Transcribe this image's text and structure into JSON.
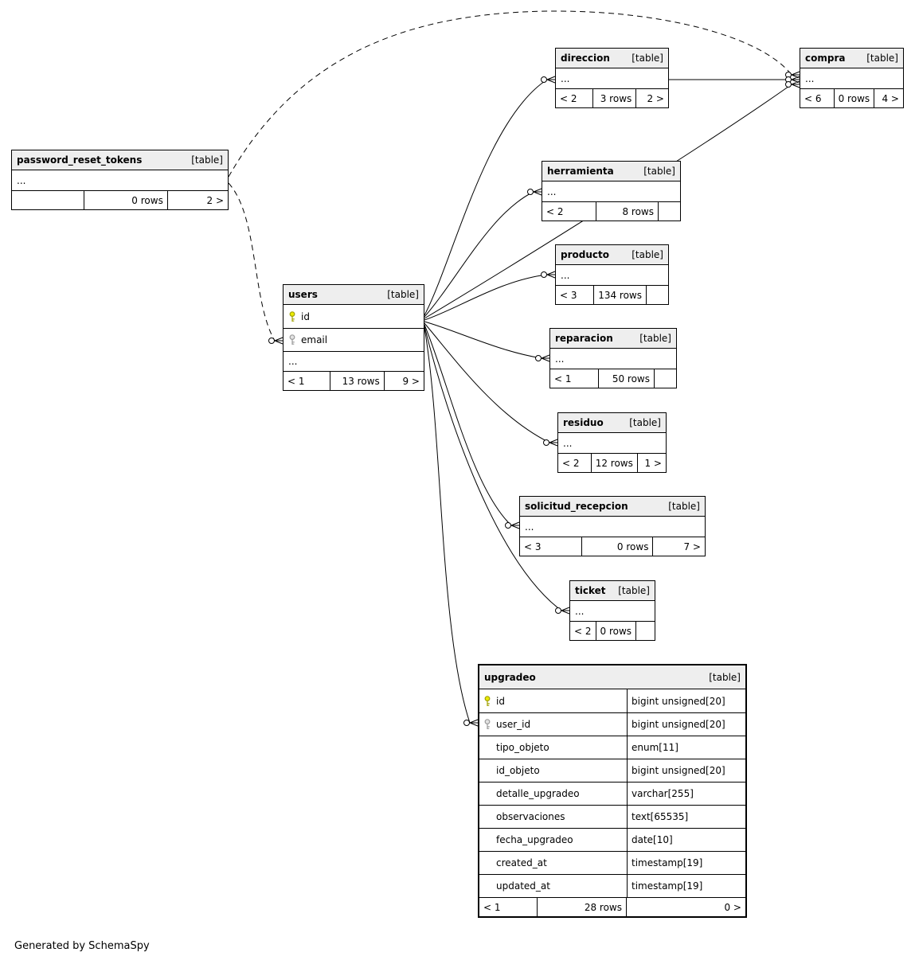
{
  "diagram": {
    "generated_by": "Generated by SchemaSpy"
  },
  "colors": {
    "primary_key_fill": "#ecec00",
    "primary_key_stroke": "#a0a000",
    "foreign_key_fill": "#e3e3e3",
    "foreign_key_stroke": "#9a9a9a",
    "header_bg": "#eeeeee",
    "line": "#000000"
  },
  "tables": {
    "password_reset_tokens": {
      "name": "password_reset_tokens",
      "tag": "[table]",
      "ellipsis": "...",
      "footer": {
        "left": "",
        "rows": "0 rows",
        "right": "2 >"
      }
    },
    "direccion": {
      "name": "direccion",
      "tag": "[table]",
      "ellipsis": "...",
      "footer": {
        "left": "< 2",
        "rows": "3 rows",
        "right": "2 >"
      }
    },
    "compra": {
      "name": "compra",
      "tag": "[table]",
      "ellipsis": "...",
      "footer": {
        "left": "< 6",
        "rows": "0 rows",
        "right": "4 >"
      }
    },
    "herramienta": {
      "name": "herramienta",
      "tag": "[table]",
      "ellipsis": "...",
      "footer": {
        "left": "< 2",
        "rows": "8 rows",
        "right": ""
      }
    },
    "producto": {
      "name": "producto",
      "tag": "[table]",
      "ellipsis": "...",
      "footer": {
        "left": "< 3",
        "rows": "134 rows",
        "right": ""
      }
    },
    "users": {
      "name": "users",
      "tag": "[table]",
      "ellipsis": "...",
      "columns": [
        {
          "name": "id",
          "key": "primary"
        },
        {
          "name": "email",
          "key": "foreign"
        }
      ],
      "footer": {
        "left": "< 1",
        "rows": "13 rows",
        "right": "9 >"
      }
    },
    "reparacion": {
      "name": "reparacion",
      "tag": "[table]",
      "ellipsis": "...",
      "footer": {
        "left": "< 1",
        "rows": "50 rows",
        "right": ""
      }
    },
    "residuo": {
      "name": "residuo",
      "tag": "[table]",
      "ellipsis": "...",
      "footer": {
        "left": "< 2",
        "rows": "12 rows",
        "right": "1 >"
      }
    },
    "solicitud_recepcion": {
      "name": "solicitud_recepcion",
      "tag": "[table]",
      "ellipsis": "...",
      "footer": {
        "left": "< 3",
        "rows": "0 rows",
        "right": "7 >"
      }
    },
    "ticket": {
      "name": "ticket",
      "tag": "[table]",
      "ellipsis": "...",
      "footer": {
        "left": "< 2",
        "rows": "0 rows",
        "right": ""
      }
    },
    "upgradeo": {
      "name": "upgradeo",
      "tag": "[table]",
      "columns": [
        {
          "name": "id",
          "type": "bigint unsigned[20]",
          "key": "primary"
        },
        {
          "name": "user_id",
          "type": "bigint unsigned[20]",
          "key": "foreign"
        },
        {
          "name": "tipo_objeto",
          "type": "enum[11]",
          "key": ""
        },
        {
          "name": "id_objeto",
          "type": "bigint unsigned[20]",
          "key": ""
        },
        {
          "name": "detalle_upgradeo",
          "type": "varchar[255]",
          "key": ""
        },
        {
          "name": "observaciones",
          "type": "text[65535]",
          "key": ""
        },
        {
          "name": "fecha_upgradeo",
          "type": "date[10]",
          "key": ""
        },
        {
          "name": "created_at",
          "type": "timestamp[19]",
          "key": ""
        },
        {
          "name": "updated_at",
          "type": "timestamp[19]",
          "key": ""
        }
      ],
      "footer": {
        "left": "< 1",
        "rows": "28 rows",
        "right": "0 >"
      }
    }
  }
}
